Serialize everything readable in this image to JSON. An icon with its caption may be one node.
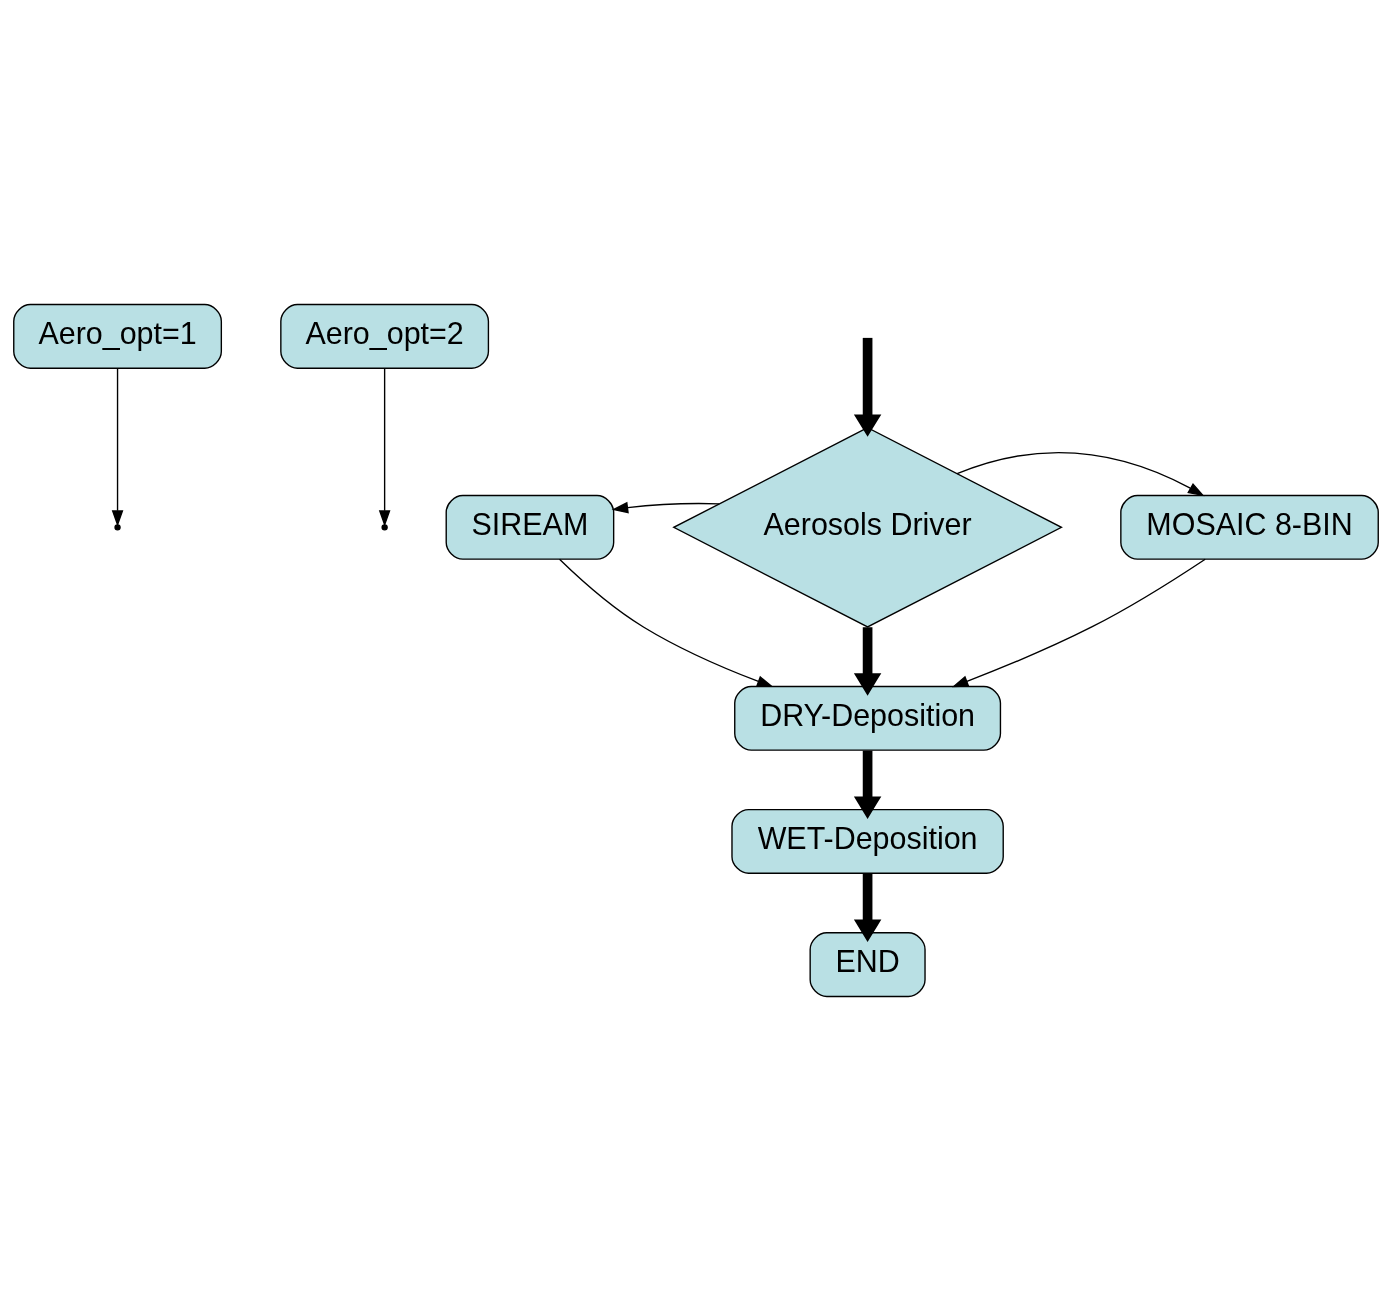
{
  "diagram": {
    "nodes": [
      {
        "text": [
          "Aero_opt=1"
        ]
      },
      {
        "text": [
          "Aero_opt=2"
        ]
      },
      {
        "text": [
          "Aerosols Driver"
        ]
      },
      {
        "text": [
          "SIREAM"
        ]
      },
      {
        "text": [
          "MOSAIC 8-BIN"
        ]
      },
      {
        "text": [
          "DRY-Deposition"
        ]
      },
      {
        "text": [
          "WET-Deposition"
        ]
      },
      {
        "text": [
          "END"
        ]
      }
    ],
    "edges": [
      {
        "from": null,
        "to": 2,
        "arrow": "to",
        "style": "thick"
      },
      {
        "from": 0,
        "to": null,
        "arrow": "to"
      },
      {
        "from": 2,
        "to": 3,
        "arrow": "to"
      },
      {
        "from": 1,
        "to": null,
        "arrow": "to"
      },
      {
        "from": 2,
        "to": 4,
        "arrow": "to"
      },
      {
        "from": 2,
        "to": 5,
        "arrow": "to",
        "style": "thick"
      },
      {
        "from": 3,
        "to": 5,
        "arrow": "to"
      },
      {
        "from": 4,
        "to": 5,
        "arrow": "to"
      },
      {
        "from": 5,
        "to": 6,
        "arrow": "to",
        "style": "thick"
      },
      {
        "from": 6,
        "to": 7,
        "arrow": "to",
        "style": "thick"
      }
    ]
  }
}
